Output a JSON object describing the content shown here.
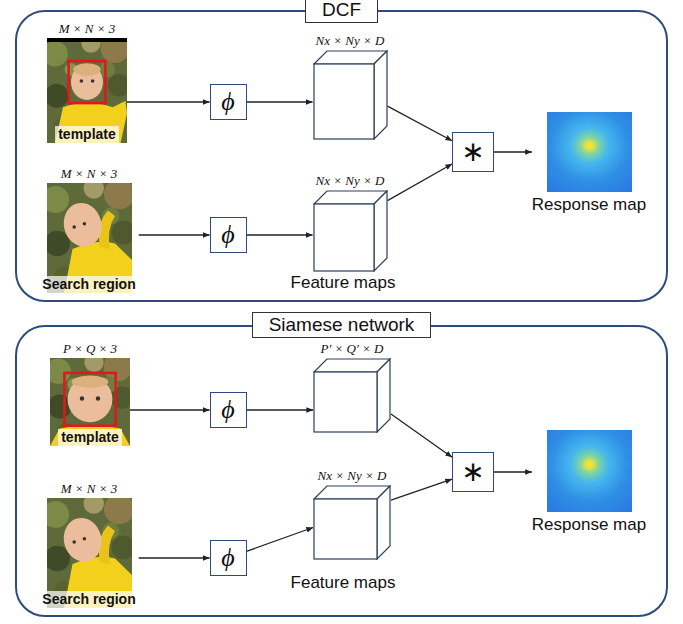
{
  "diagram": {
    "nodes": [
      {
        "text": [
          "DCF"
        ]
      },
      {
        "text": [
          "M × N × 3",
          "template"
        ],
        "in": 0
      },
      {
        "text": [
          "ϕ"
        ],
        "in": 0
      },
      {
        "text": [
          "Nx × Ny × D"
        ],
        "in": 0
      },
      {
        "text": [
          "M × N × 3",
          "Search region"
        ],
        "in": 0
      },
      {
        "text": [
          "ϕ"
        ],
        "in": 0
      },
      {
        "text": [
          "Nx × Ny × D"
        ],
        "in": 0
      },
      {
        "text": [
          "∗"
        ],
        "in": 0
      },
      {
        "text": [
          "Response map"
        ],
        "in": 0
      },
      {
        "text": [
          "Siamese network"
        ]
      },
      {
        "text": [
          "P × Q × 3",
          "template"
        ],
        "in": 9
      },
      {
        "text": [
          "ϕ"
        ],
        "in": 9
      },
      {
        "text": [
          "P′ × Q′ × D"
        ],
        "in": 9
      },
      {
        "text": [
          "M × N × 3",
          "Search region"
        ],
        "in": 9
      },
      {
        "text": [
          "ϕ"
        ],
        "in": 9
      },
      {
        "text": [
          "Nx × Ny × D"
        ],
        "in": 9
      },
      {
        "text": [
          "∗"
        ],
        "in": 9
      },
      {
        "text": [
          "Response map"
        ],
        "in": 9
      }
    ],
    "edges": [
      {
        "from": 1,
        "to": 2,
        "arrow": "to"
      },
      {
        "from": 2,
        "to": 3,
        "arrow": "to"
      },
      {
        "from": 4,
        "to": 5,
        "arrow": "to"
      },
      {
        "from": 5,
        "to": 6,
        "arrow": "to"
      },
      {
        "from": 3,
        "to": 7,
        "arrow": "to"
      },
      {
        "from": 6,
        "to": 7,
        "arrow": "to"
      },
      {
        "from": 7,
        "to": 8,
        "arrow": "to"
      },
      {
        "from": 10,
        "to": 11,
        "arrow": "to"
      },
      {
        "from": 11,
        "to": 12,
        "arrow": "to"
      },
      {
        "from": 13,
        "to": 14,
        "arrow": "to"
      },
      {
        "from": 14,
        "to": 15,
        "arrow": "to"
      },
      {
        "from": 12,
        "to": 16,
        "arrow": "to"
      },
      {
        "from": 15,
        "to": 16,
        "arrow": "to"
      },
      {
        "from": 16,
        "to": 17,
        "arrow": "to"
      }
    ],
    "labels": [
      "Feature maps",
      "Feature maps"
    ]
  }
}
